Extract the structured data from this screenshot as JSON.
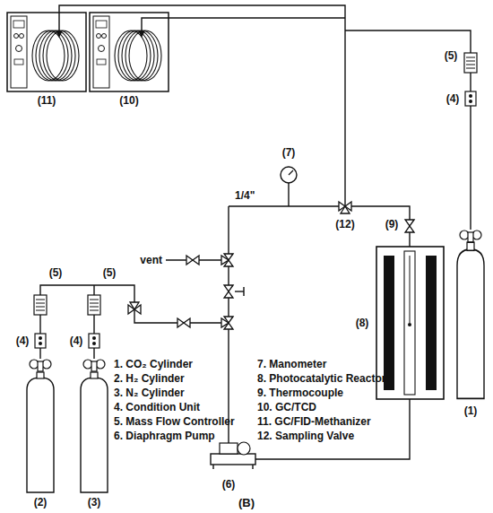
{
  "diagram": {
    "caption": "(B)",
    "labels": [
      "(11)",
      "(10)",
      "(7)",
      "1/4\"",
      "(5)",
      "(4)",
      "(12)",
      "(9)",
      "(8)",
      "(1)",
      "vent",
      "(5)",
      "(5)",
      "(4)",
      "(4)",
      "(2)",
      "(3)",
      "(6)",
      "1. CO₂ Cylinder",
      "2. H₂ Cylinder",
      "3. N₂ Cylinder",
      "4. Condition Unit",
      "5. Mass Flow Controller",
      "6. Diaphragm Pump",
      "7. Manometer",
      "8. Photocatalytic Reactor",
      "9. Thermocouple",
      "10. GC/TCD",
      "11. GC/FID-Methanizer",
      "12. Sampling Valve"
    ]
  }
}
